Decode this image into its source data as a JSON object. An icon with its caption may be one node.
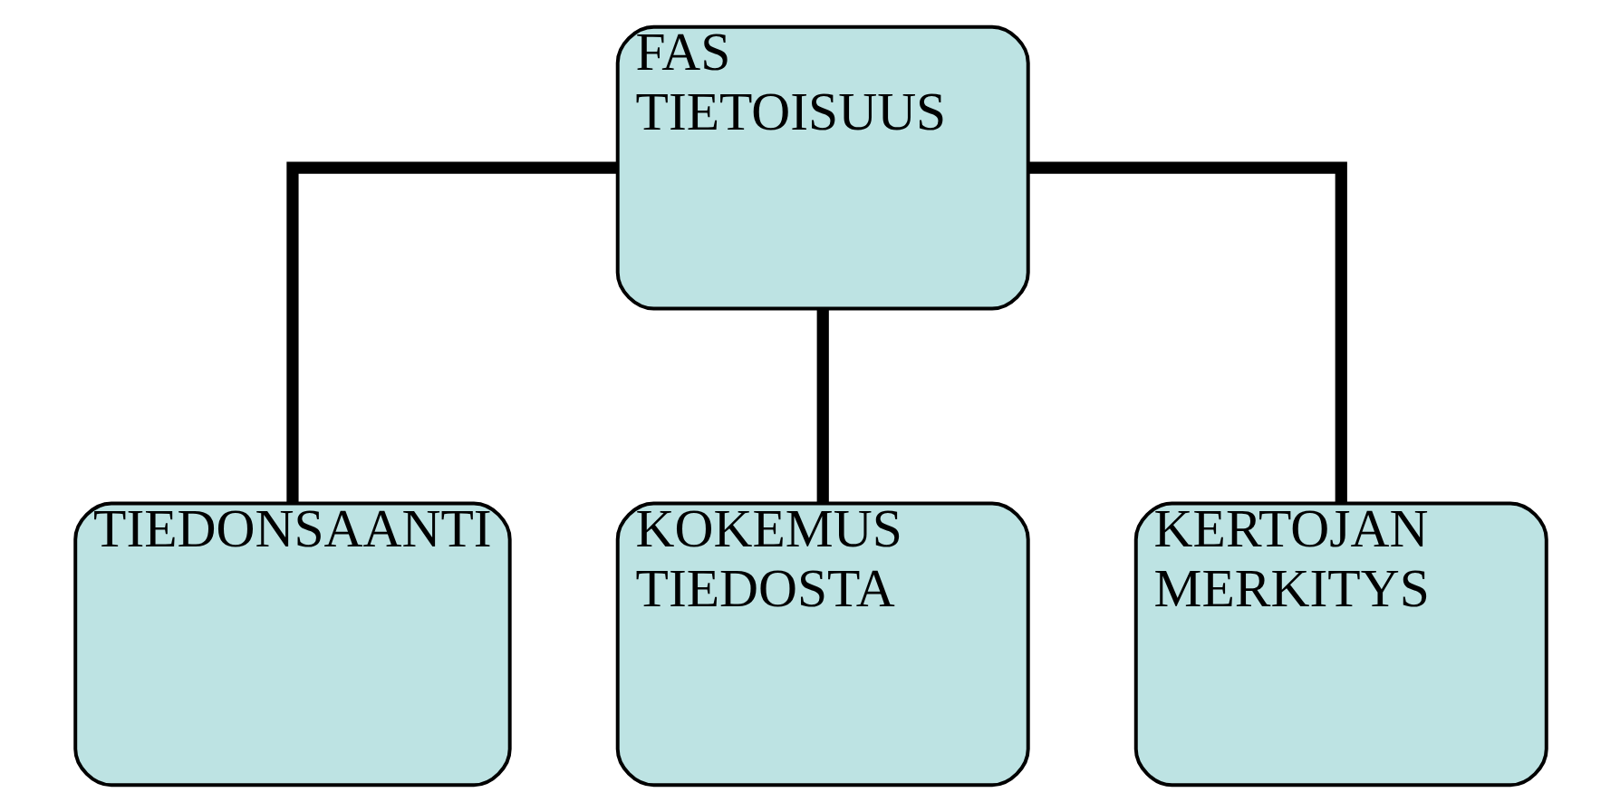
{
  "diagram": {
    "nodes": [
      {
        "text": [
          "FAS TIETOISUUS"
        ]
      },
      {
        "text": [
          "TIEDONSAANTI"
        ]
      },
      {
        "text": [
          "KOKEMUS TIEDOSTA"
        ]
      },
      {
        "text": [
          "KERTOJAN MERKITYS"
        ]
      }
    ],
    "edges": [
      {
        "from": 0,
        "to": 1,
        "arrow": "none"
      },
      {
        "from": 0,
        "to": 2,
        "arrow": "none"
      },
      {
        "from": 0,
        "to": 3,
        "arrow": "none"
      }
    ]
  }
}
